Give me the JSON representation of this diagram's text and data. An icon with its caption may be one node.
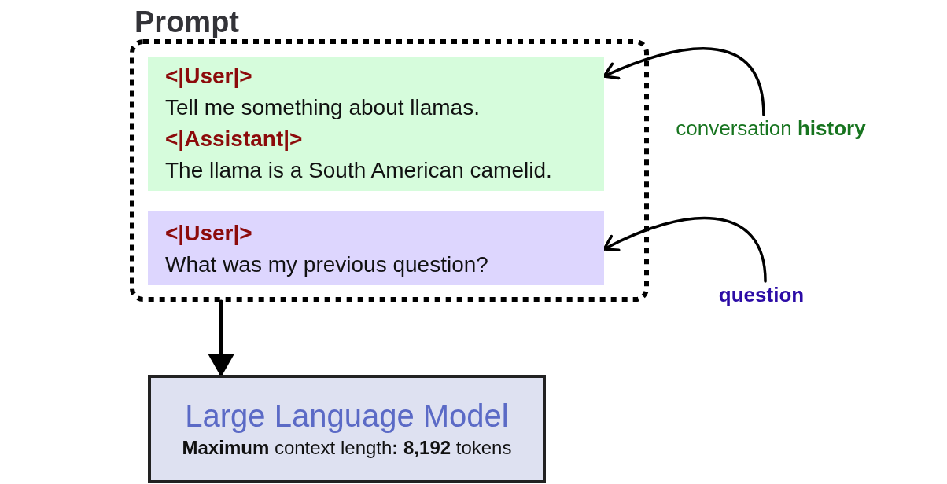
{
  "diagram": {
    "nodes": [
      {
        "text": [
          "Prompt"
        ]
      },
      {
        "text": [
          "<|User|>",
          "Tell me something about llamas.",
          "<|Assistant|>",
          "The llama is a South American camelid."
        ],
        "in": 0
      },
      {
        "text": [
          "<|User|>",
          "What was my previous question?"
        ],
        "in": 0
      },
      {
        "text": [
          "conversation **history**"
        ]
      },
      {
        "text": [
          "question"
        ]
      },
      {
        "text": [
          "Large Language Model",
          "**Maximum** context length**:** **8,192** tokens"
        ]
      }
    ],
    "edges": [
      {
        "from": 3,
        "to": 1,
        "arrow": "to"
      },
      {
        "from": 4,
        "to": 2,
        "arrow": "to"
      },
      {
        "from": 0,
        "to": 5,
        "arrow": "to"
      }
    ]
  }
}
